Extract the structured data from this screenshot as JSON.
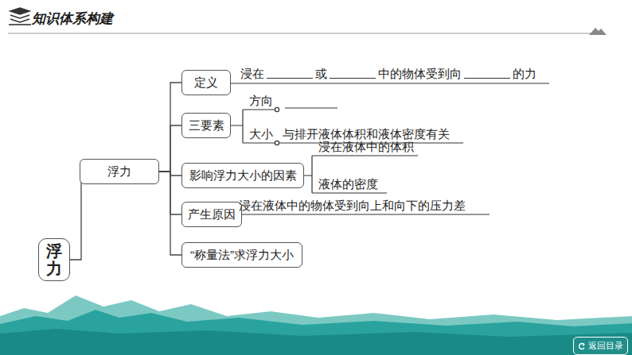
{
  "diagram": {
    "title": "知识体系构建",
    "nodes": [
      {
        "text": [
          "浮力"
        ]
      },
      {
        "text": [
          "浮力"
        ]
      },
      {
        "text": [
          "定义"
        ]
      },
      {
        "text": [
          "三要素"
        ]
      },
      {
        "text": [
          "影响浮力大小的因素"
        ]
      },
      {
        "text": [
          "产生原因"
        ]
      },
      {
        "text": [
          "“称量法”求浮力大小"
        ]
      },
      {
        "text": [
          "返回目录"
        ]
      }
    ],
    "edges": [
      {
        "from": 0,
        "to": 1,
        "arrow": "none"
      },
      {
        "from": 1,
        "to": 2,
        "arrow": "none"
      },
      {
        "from": 1,
        "to": 3,
        "arrow": "none"
      },
      {
        "from": 1,
        "to": 4,
        "arrow": "none"
      },
      {
        "from": 1,
        "to": 5,
        "arrow": "none"
      },
      {
        "from": 1,
        "to": 6,
        "arrow": "none"
      }
    ],
    "labels": [
      "浸在",
      "或",
      "中的物体受到向",
      "的力",
      "方向",
      "大小",
      "与排开液体体积和液体密度有关",
      "浸在液体中的体积",
      "液体的密度",
      "浸在液体中的物体受到向上和向下的压力差"
    ]
  }
}
